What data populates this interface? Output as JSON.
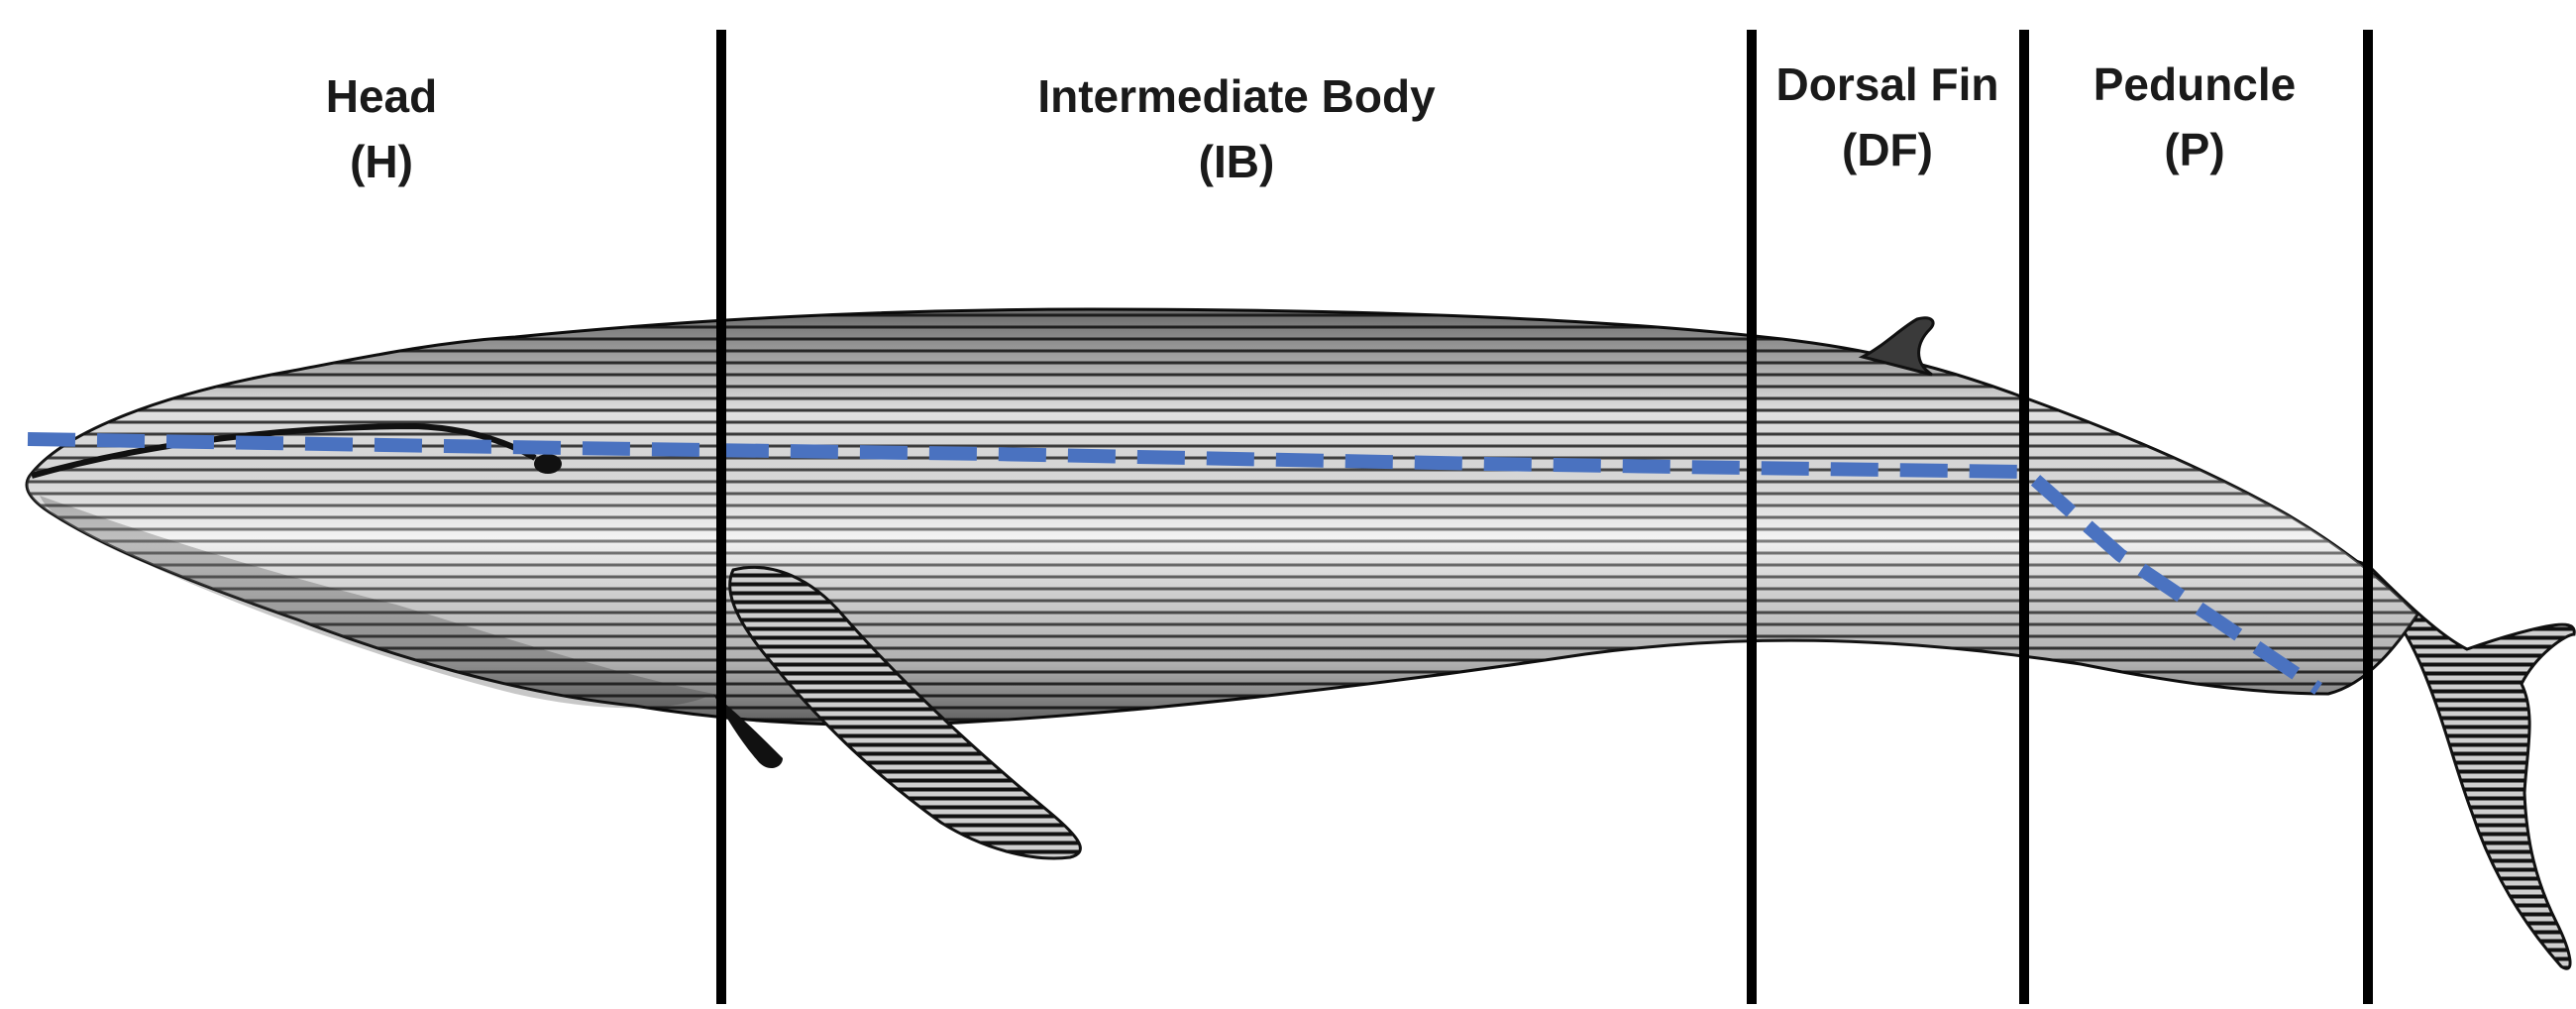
{
  "regions": [
    {
      "id": "head",
      "name": "Head",
      "abbr": "(H)"
    },
    {
      "id": "intermediate-body",
      "name": "Intermediate Body",
      "abbr": "(IB)"
    },
    {
      "id": "dorsal-fin",
      "name": "Dorsal Fin",
      "abbr": "(DF)"
    },
    {
      "id": "peduncle",
      "name": "Peduncle",
      "abbr": "(P)"
    }
  ],
  "colors": {
    "divider": "#000000",
    "midline": "#4a72c0",
    "whale_fill": "#d9d9d9",
    "whale_shade": "#222222"
  },
  "illustration": "whale-illustration"
}
